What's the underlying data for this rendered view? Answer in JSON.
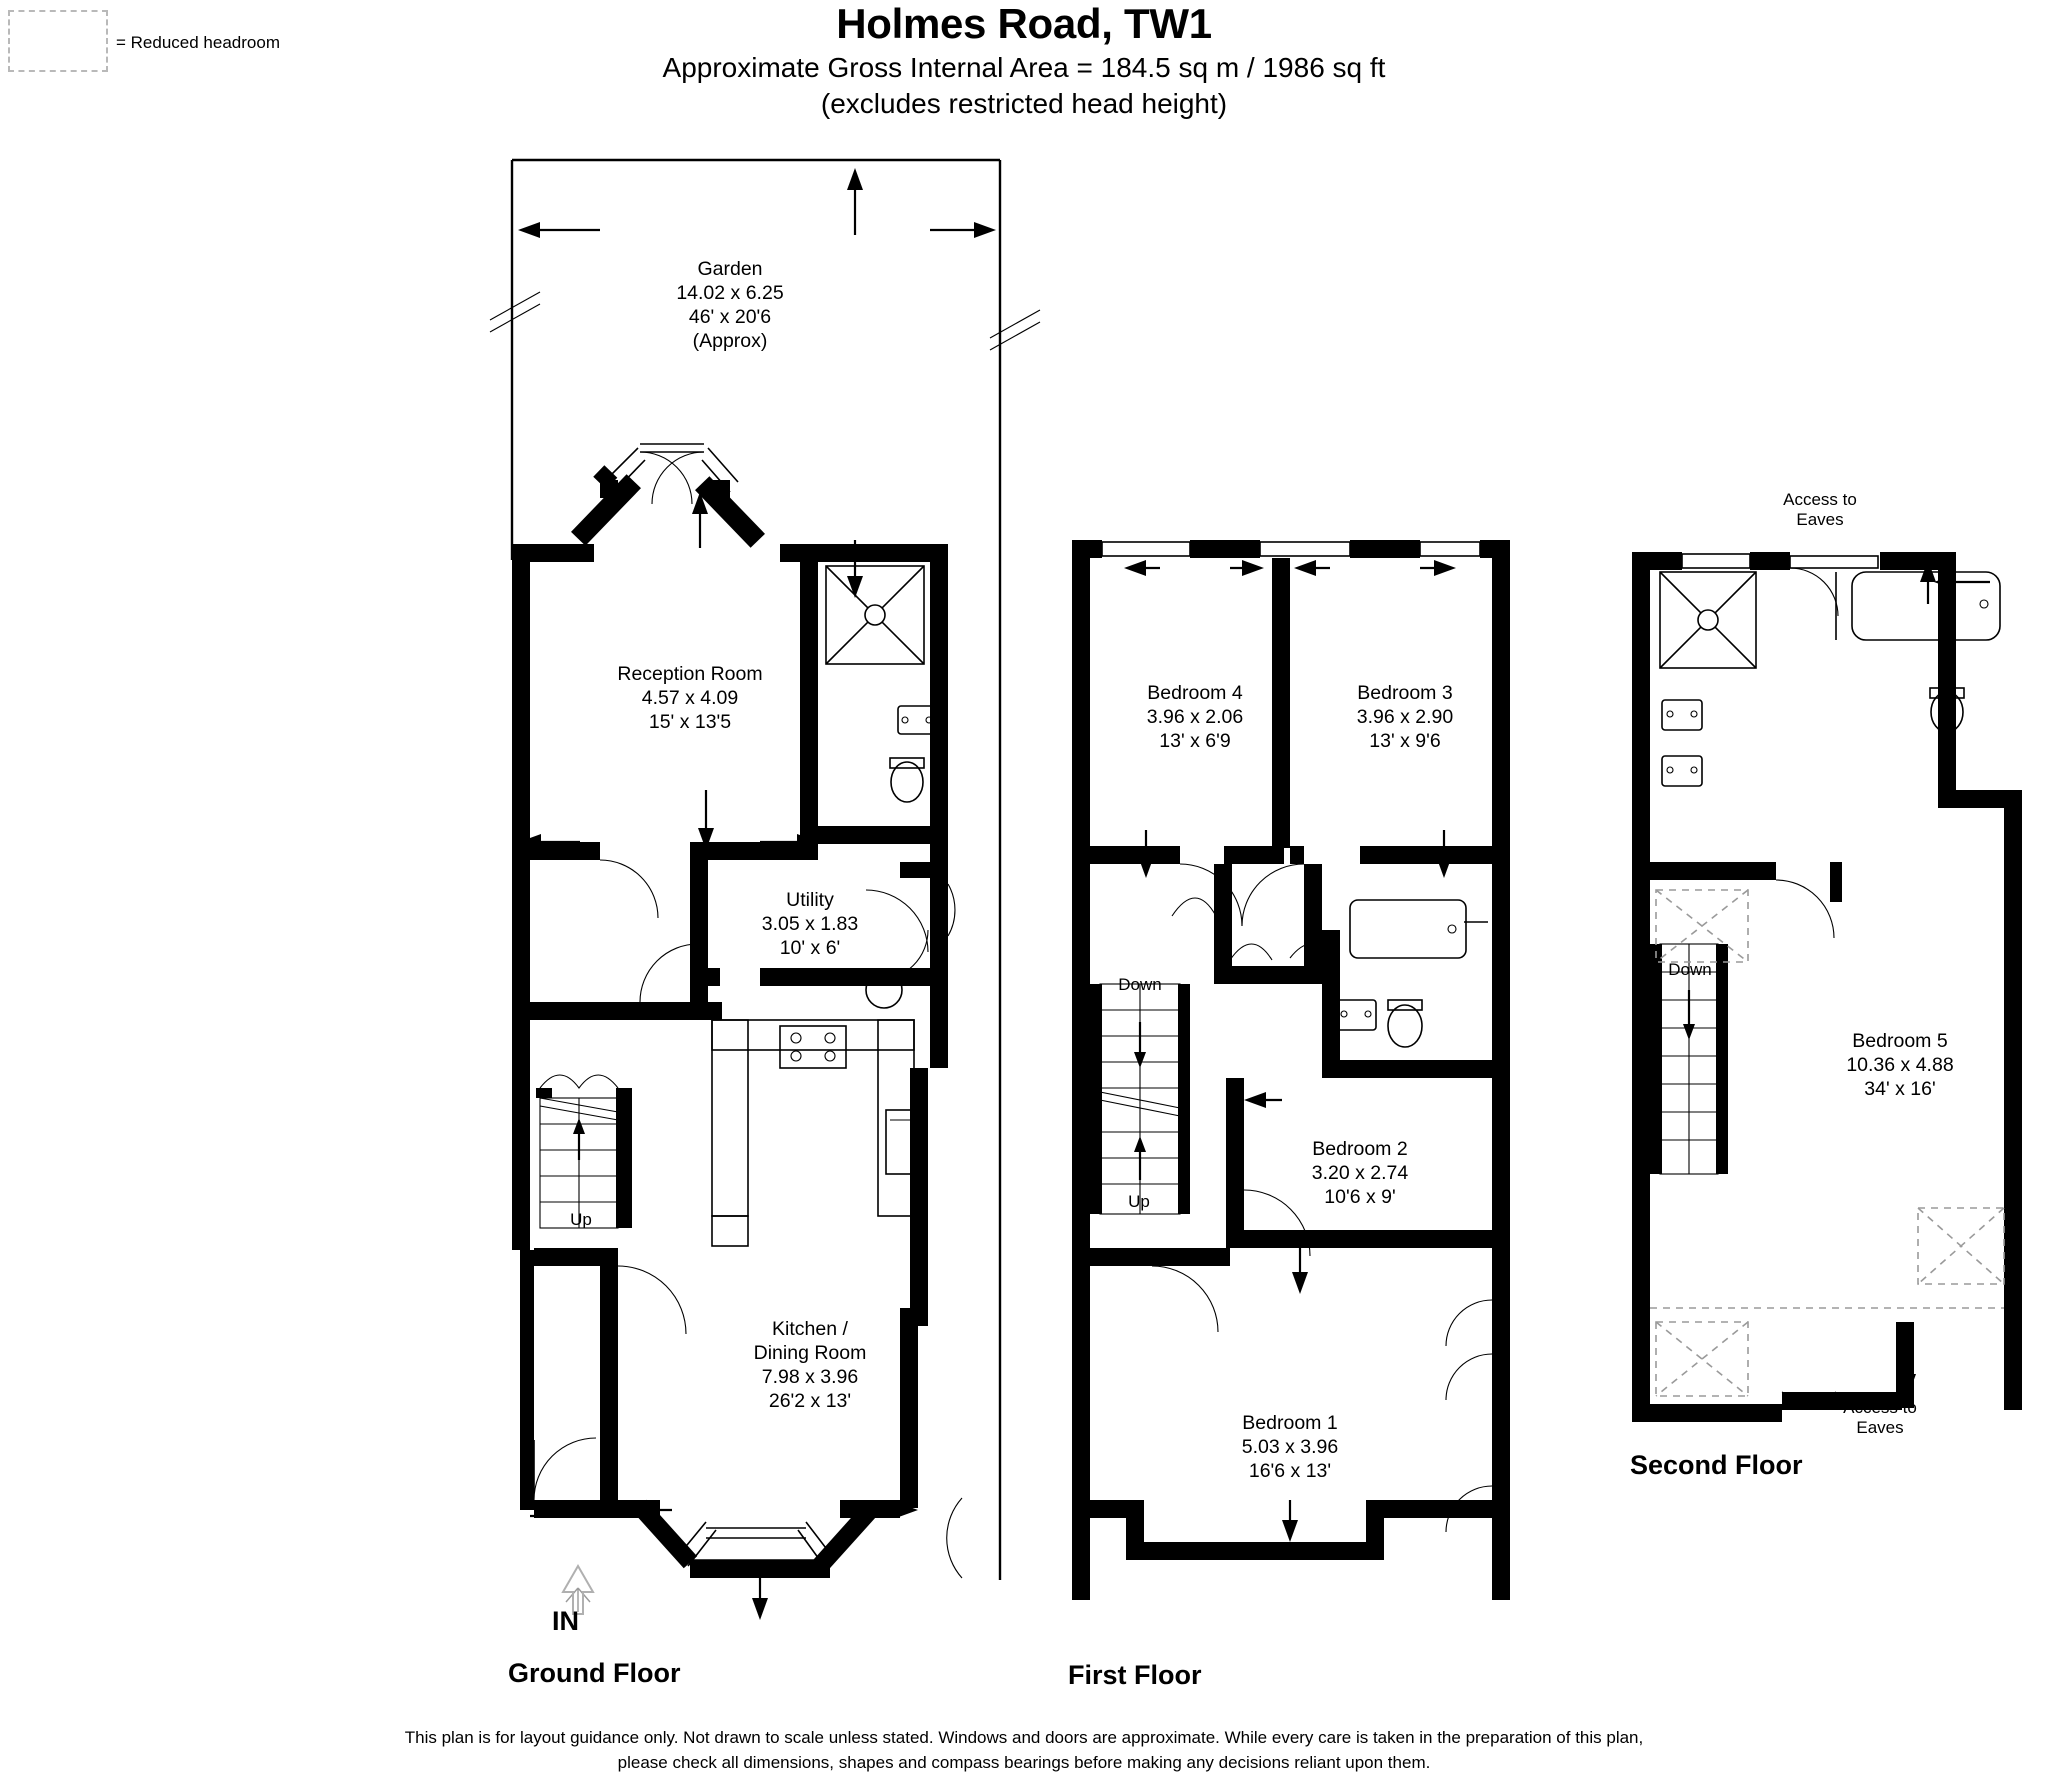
{
  "legend": {
    "symbol_name": "reduced-headroom-swatch",
    "label": "= Reduced headroom"
  },
  "header": {
    "title": "Holmes Road, TW1",
    "area_line": "Approximate Gross Internal Area = 184.5 sq m / 1986 sq ft",
    "exclusion_line": "(excludes restricted head height)"
  },
  "floors": [
    {
      "id": "ground",
      "name": "Ground Floor",
      "entrance_marker": "IN",
      "stairs": [
        {
          "label": "Up"
        }
      ],
      "rooms": [
        {
          "name": "Garden",
          "metric": "14.02 x 6.25",
          "imperial": "46' x 20'6",
          "note": "(Approx)"
        },
        {
          "name": "Reception Room",
          "metric": "4.57 x 4.09",
          "imperial": "15' x 13'5",
          "note": ""
        },
        {
          "name": "Utility",
          "metric": "3.05 x 1.83",
          "imperial": "10' x 6'",
          "note": ""
        },
        {
          "name": "Kitchen /",
          "name2": "Dining Room",
          "metric": "7.98 x 3.96",
          "imperial": "26'2 x 13'",
          "note": ""
        }
      ]
    },
    {
      "id": "first",
      "name": "First Floor",
      "stairs": [
        {
          "label": "Down"
        },
        {
          "label": "Up"
        }
      ],
      "rooms": [
        {
          "name": "Bedroom 4",
          "metric": "3.96 x 2.06",
          "imperial": "13' x 6'9",
          "note": ""
        },
        {
          "name": "Bedroom 3",
          "metric": "3.96 x 2.90",
          "imperial": "13' x 9'6",
          "note": ""
        },
        {
          "name": "Bedroom 2",
          "metric": "3.20 x 2.74",
          "imperial": "10'6 x 9'",
          "note": ""
        },
        {
          "name": "Bedroom 1",
          "metric": "5.03 x 3.96",
          "imperial": "16'6 x 13'",
          "note": ""
        }
      ]
    },
    {
      "id": "second",
      "name": "Second Floor",
      "stairs": [
        {
          "label": "Down"
        }
      ],
      "annotations": [
        {
          "line1": "Access to",
          "line2": "Eaves"
        },
        {
          "line1": "Access to",
          "line2": "Eaves"
        }
      ],
      "rooms": [
        {
          "name": "Bedroom 5",
          "metric": "10.36 x 4.88",
          "imperial": "34' x 16'",
          "note": ""
        }
      ]
    }
  ],
  "footer": {
    "line1": "This plan is for layout guidance only. Not drawn to scale unless stated. Windows and doors are approximate. While every care is taken in the preparation of this plan,",
    "line2": "please check all dimensions, shapes and compass bearings before making any decisions reliant upon them."
  },
  "colors": {
    "wall": "#000000",
    "background": "#ffffff",
    "dashed_guide": "#9a9a9a"
  }
}
